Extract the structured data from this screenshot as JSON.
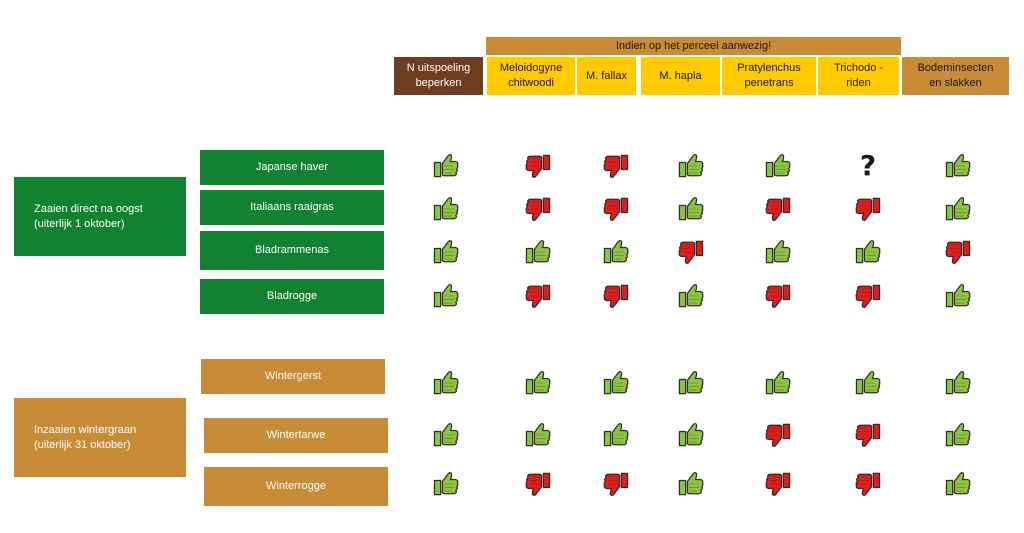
{
  "header": {
    "group_title": "Indien op het perceel aanwezig!",
    "columns": [
      {
        "label": "N uitspoeling\nbeperken",
        "style": "brown"
      },
      {
        "label": "Meloidogyne\nchitwoodi",
        "style": "yellow"
      },
      {
        "label": "M. fallax",
        "style": "yellow"
      },
      {
        "label": "M. hapla",
        "style": "yellow"
      },
      {
        "label": "Pratylenchus\npenetrans",
        "style": "yellow"
      },
      {
        "label": "Trichodo -\nriden",
        "style": "yellow"
      },
      {
        "label": "Bodeminsecten\nen slakken",
        "style": "tan"
      }
    ]
  },
  "groups": [
    {
      "label": "Zaaien direct na oogst\n(uiterlijk 1 oktober)",
      "color": "#128131"
    },
    {
      "label": "Inzaaien wintergraan\n(uiterlijk 31 oktober)",
      "color": "#c88c38"
    }
  ],
  "rows": [
    {
      "crop": "Japanse haver",
      "group": 0,
      "ratings": [
        "up",
        "down",
        "down",
        "up",
        "up",
        "unknown",
        "up"
      ]
    },
    {
      "crop": "Italiaans raaigras",
      "group": 0,
      "ratings": [
        "up",
        "down",
        "down",
        "up",
        "down",
        "down",
        "up"
      ]
    },
    {
      "crop": "Bladrammenas",
      "group": 0,
      "ratings": [
        "up",
        "up",
        "up",
        "down",
        "up",
        "up",
        "down"
      ]
    },
    {
      "crop": "Bladrogge",
      "group": 0,
      "ratings": [
        "up",
        "down",
        "down",
        "up",
        "down",
        "down",
        "up"
      ]
    },
    {
      "crop": "Wintergerst",
      "group": 1,
      "ratings": [
        "up",
        "up",
        "up",
        "up",
        "up",
        "up",
        "up"
      ]
    },
    {
      "crop": "Wintertarwe",
      "group": 1,
      "ratings": [
        "up",
        "up",
        "up",
        "up",
        "down",
        "down",
        "up"
      ]
    },
    {
      "crop": "Winterrogge",
      "group": 1,
      "ratings": [
        "up",
        "down",
        "down",
        "up",
        "down",
        "down",
        "up"
      ]
    }
  ],
  "legend_colors": {
    "up": "#8cc63f",
    "down": "#e31b1b",
    "unknown": "#1a1a1a"
  },
  "icons": {
    "up": "thumbs-up-icon",
    "down": "thumbs-down-icon",
    "unknown": "question-mark-icon"
  }
}
